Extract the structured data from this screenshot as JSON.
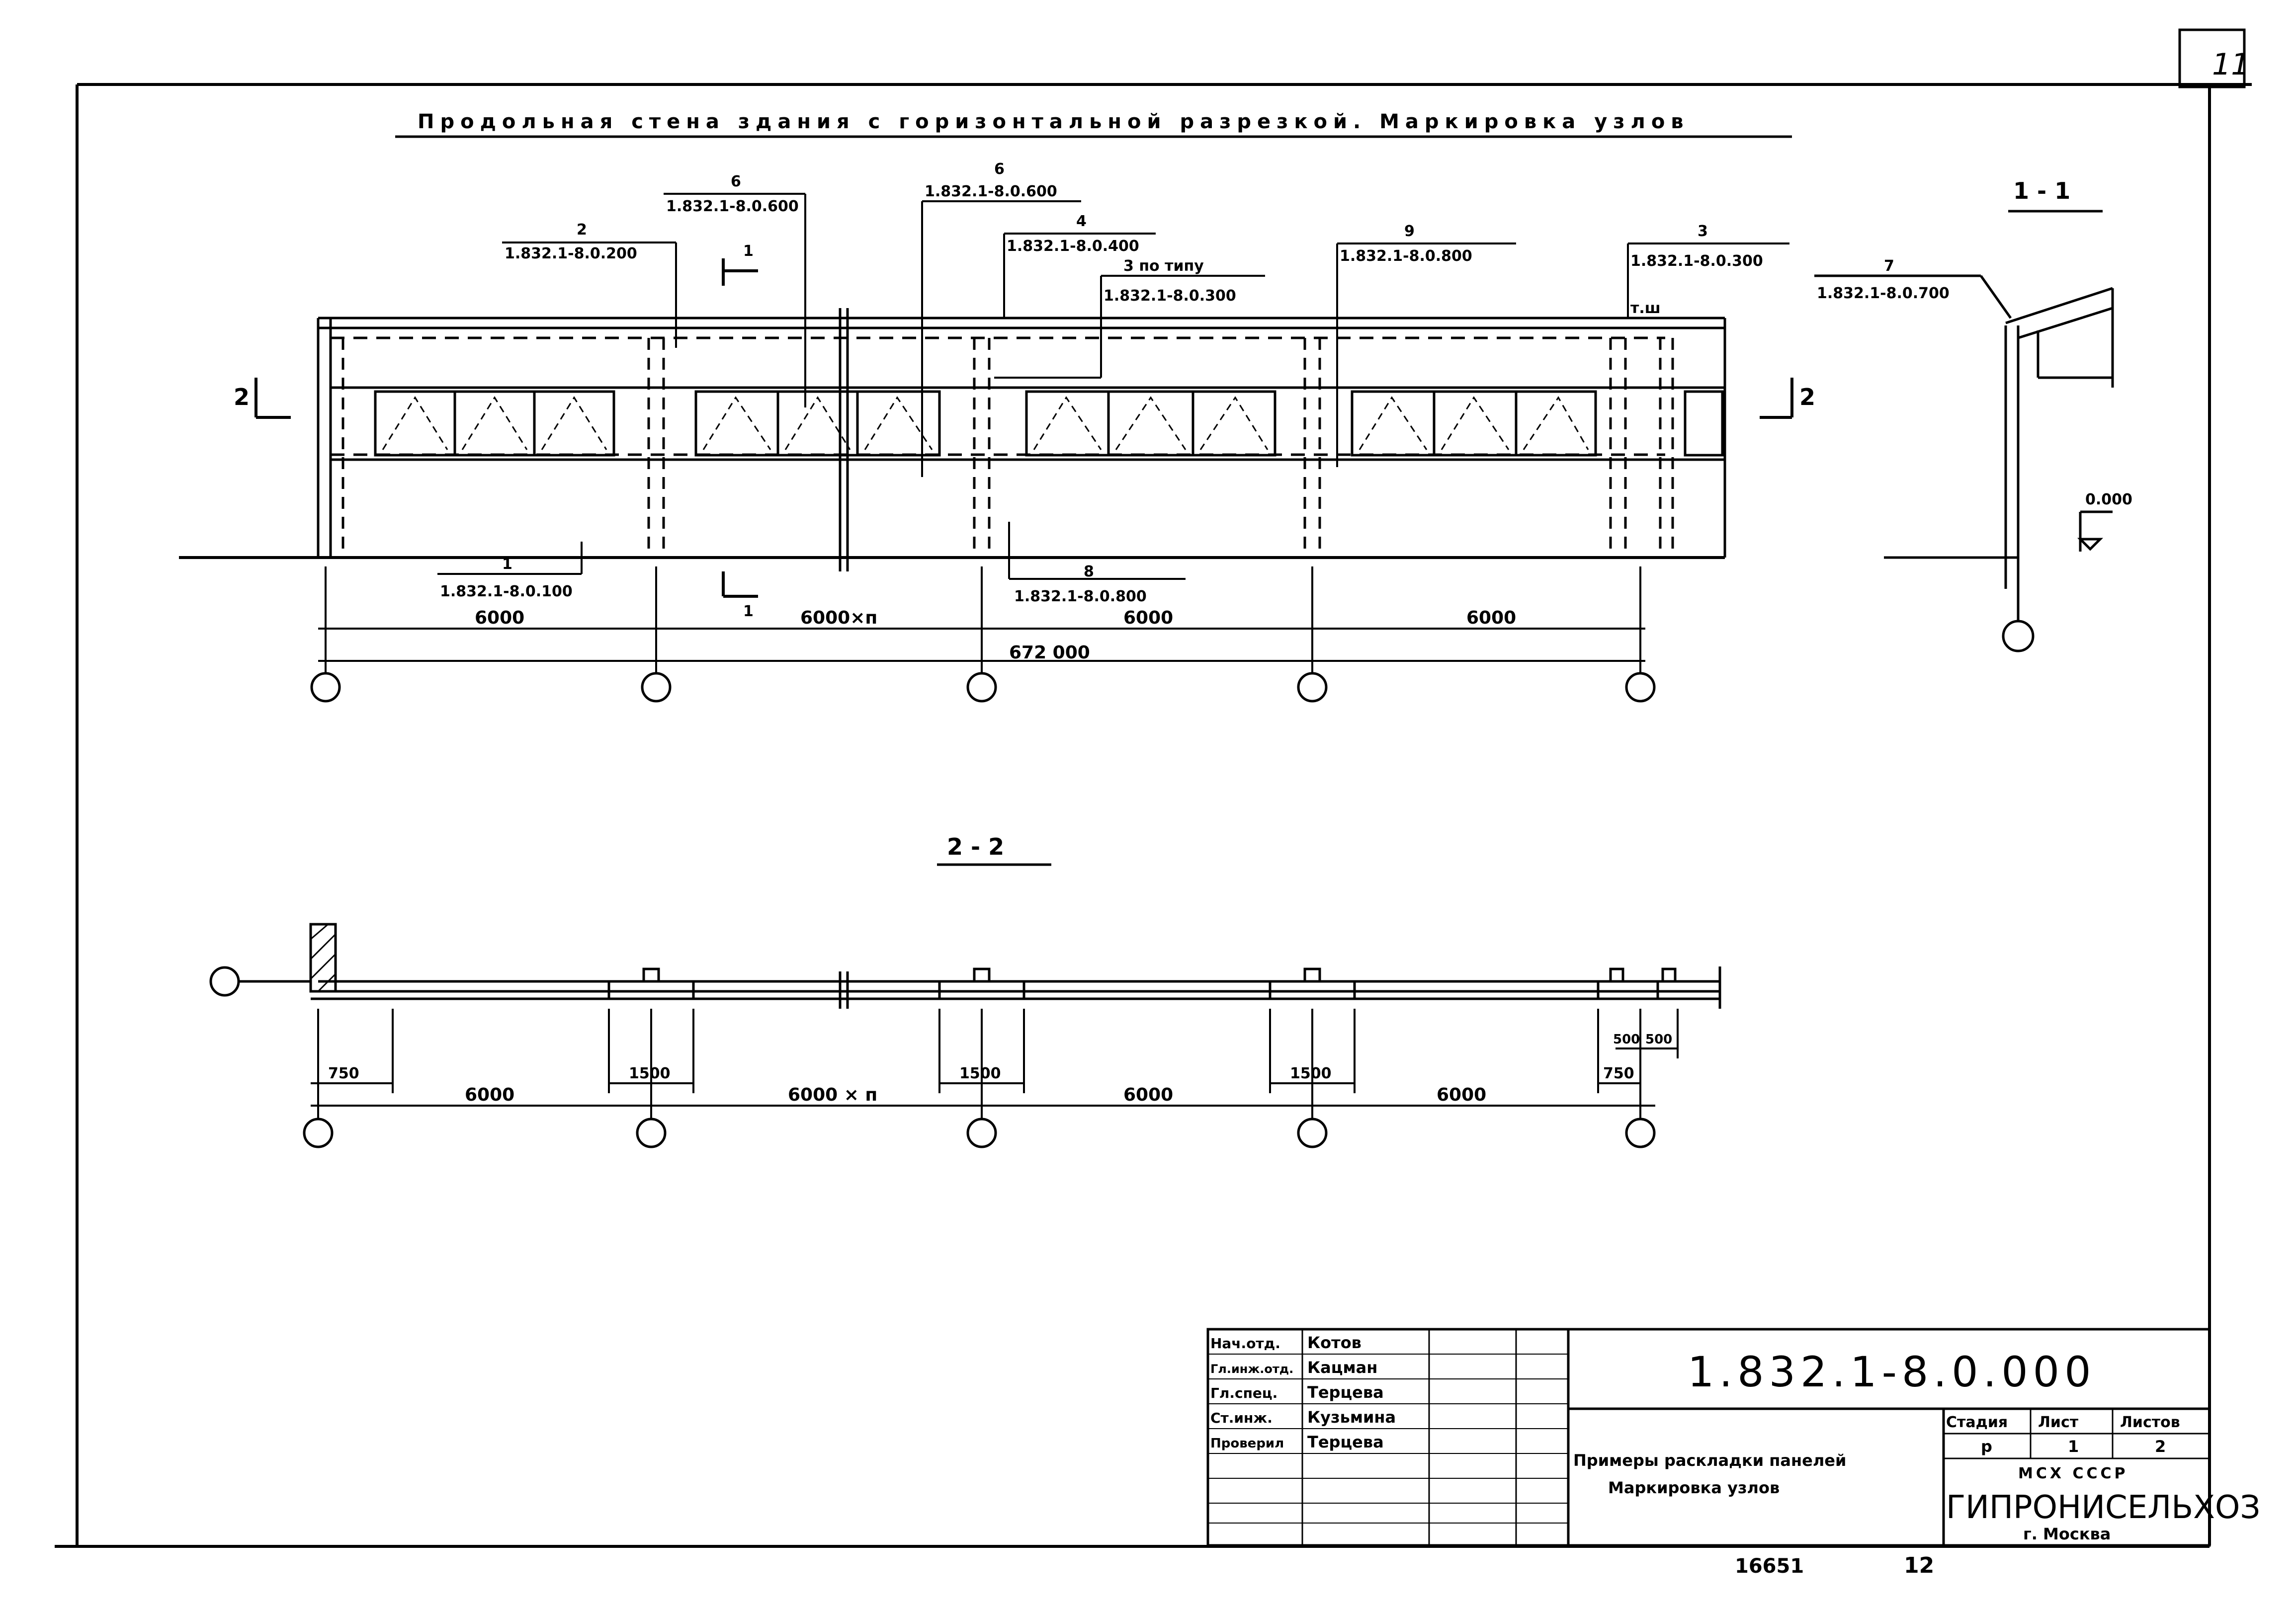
{
  "sheet_number_corner": "11",
  "title": "Продольная стена здания с горизонтальной разрезкой. Маркировка узлов",
  "sections": {
    "a": "1 - 1",
    "b": "2 - 2"
  },
  "section_markers": {
    "s1_top": "1",
    "s1_bottom": "1",
    "s2_left": "2",
    "s2_right": "2"
  },
  "tsh_label": "т.ш",
  "level_label": "0.000",
  "elevation_callouts": [
    {
      "num": "1",
      "code": "1.832.1-8.0.100"
    },
    {
      "num": "2",
      "code": "1.832.1-8.0.200"
    },
    {
      "num": "6",
      "code": "1.832.1-8.0.600"
    },
    {
      "num": "6",
      "code": "1.832.1-8.0.600"
    },
    {
      "num": "4",
      "code": "1.832.1-8.0.400"
    },
    {
      "num": "3 по типу",
      "code": "1.832.1-8.0.300"
    },
    {
      "num": "9",
      "code": "1.832.1-8.0.800"
    },
    {
      "num": "3",
      "code": "1.832.1-8.0.300"
    },
    {
      "num": "8",
      "code": "1.832.1-8.0.800"
    },
    {
      "num": "7",
      "code": "1.832.1-8.0.700"
    }
  ],
  "elevation_dims": [
    "6000",
    "6000×п",
    "6000",
    "6000"
  ],
  "elevation_total": "672 000",
  "plan_dims": [
    "6000",
    "6000 × п",
    "6000",
    "6000"
  ],
  "plan_small_dims": [
    "750",
    "1500",
    "1500",
    "1500",
    "750",
    "500",
    "500"
  ],
  "title_block": {
    "code": "1.832.1-8.0.000",
    "roles": [
      "Нач.отд.",
      "Гл.инж.отд.",
      "Гл.спец.",
      "Ст.инж.",
      "Проверил"
    ],
    "names": [
      "Котов",
      "Кацман",
      "Терцева",
      "Кузьмина",
      "Терцева"
    ],
    "desc_line1": "Примеры раскладки панелей",
    "desc_line2": "Маркировка узлов",
    "stage_header": "Стадия",
    "sheet_header": "Лист",
    "sheets_header": "Листов",
    "stage": "р",
    "sheet": "1",
    "sheets": "2",
    "org_top": "МСХ СССР",
    "org": "ГИПРОНИСЕЛЬХОЗ",
    "city": "г. Москва"
  },
  "footer_left": "16651",
  "footer_right": "12"
}
